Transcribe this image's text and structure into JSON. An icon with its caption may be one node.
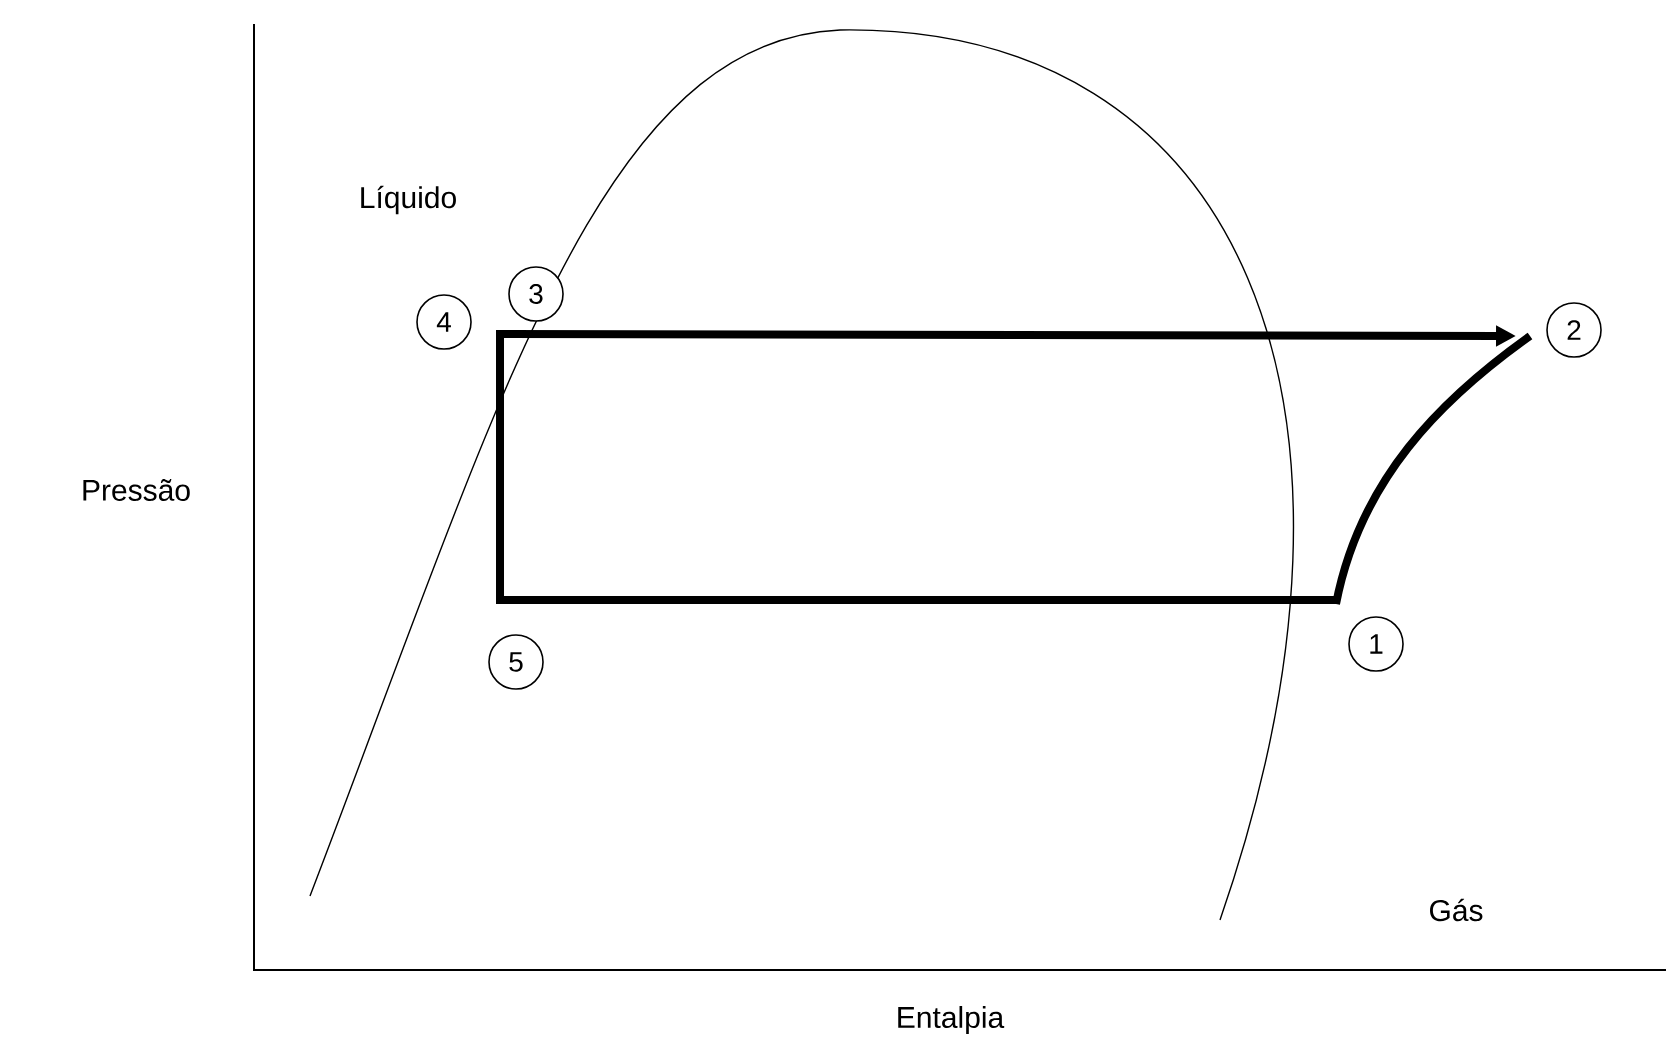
{
  "diagram": {
    "nodes": [
      {
        "text": [
          "3"
        ]
      },
      {
        "text": [
          "4"
        ]
      },
      {
        "text": [
          "2"
        ]
      },
      {
        "text": [
          "1"
        ]
      },
      {
        "text": [
          "5"
        ]
      }
    ],
    "labels": [
      "Líquido",
      "Pressão",
      "Gás",
      "Entalpia"
    ]
  }
}
